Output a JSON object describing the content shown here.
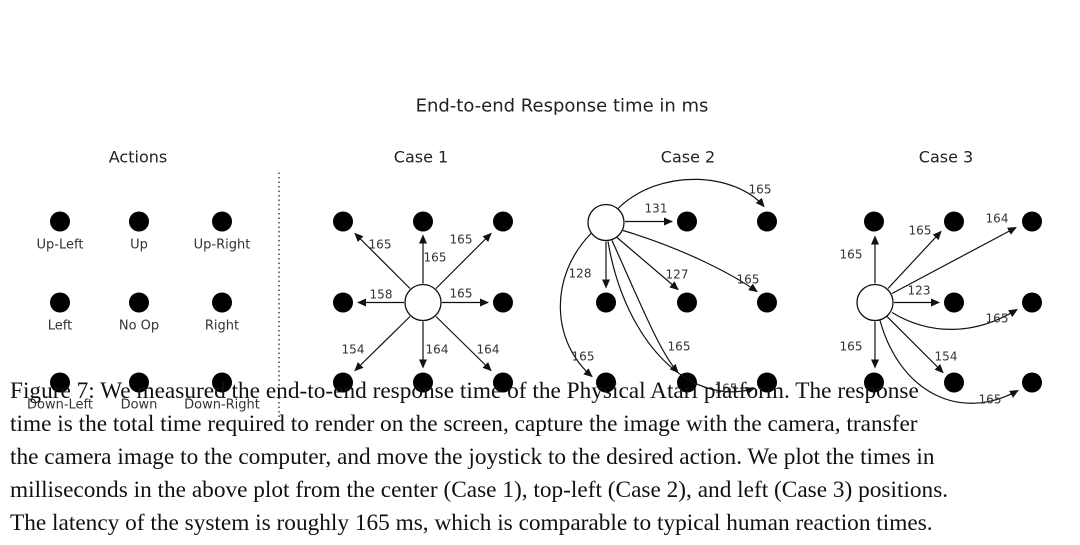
{
  "title": "End-to-end Response time in ms",
  "actions": {
    "heading": "Actions",
    "labels": [
      "Up-Left",
      "Up",
      "Up-Right",
      "Left",
      "No Op",
      "Right",
      "Down-Left",
      "Down",
      "Down-Right"
    ]
  },
  "case1": {
    "heading": "Case 1",
    "times": {
      "up_left": "165",
      "up": "165",
      "up_right": "165",
      "left": "158",
      "right": "165",
      "down_left": "154",
      "down": "164",
      "down_right": "164"
    }
  },
  "case2": {
    "heading": "Case 2",
    "times": {
      "row1_mid": "131",
      "row1_far": "165",
      "row2_left": "128",
      "row2_mid": "127",
      "row2_far": "165",
      "row3_left": "165",
      "row3_mid": "165",
      "row3_far": "165"
    }
  },
  "case3": {
    "heading": "Case 3",
    "times": {
      "up": "165",
      "row1_mid": "165",
      "row1_far": "164",
      "row2_mid": "123",
      "row2_far": "165",
      "down": "165",
      "row3_mid": "154",
      "row3_far": "165"
    }
  },
  "caption": {
    "lines": [
      "Figure 7: We measured the end-to-end response time of the Physical Atari platform. The response",
      "time is the total time required to render on the screen, capture the image with the camera, transfer",
      "the camera image to the computer, and move the joystick to the desired action. We plot the times in",
      "milliseconds in the above plot from the center (Case 1), top-left (Case 2), and left (Case 3) positions.",
      "The latency of the system is roughly 165 ms, which is comparable to typical human reaction times."
    ]
  }
}
